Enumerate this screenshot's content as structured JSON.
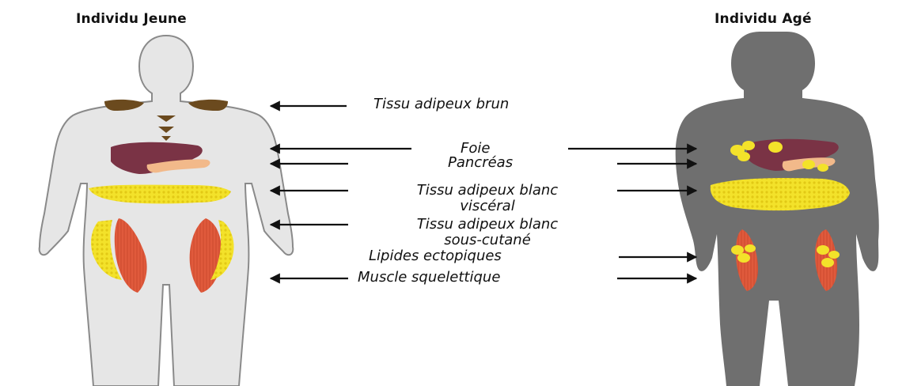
{
  "titles": {
    "young": "Individu Jeune",
    "old": "Individu Agé"
  },
  "labels": {
    "brown_fat": "Tissu adipeux brun",
    "liver": "Foie",
    "pancreas": "Pancréas",
    "visceral_line1": "Tissu adipeux blanc",
    "visceral_line2": "viscéral",
    "subcutaneous_line1": "Tissu adipeux blanc",
    "subcutaneous_line2": "sous-cutané",
    "ectopic_lipids": "Lipides ectopiques",
    "skeletal_muscle": "Muscle squelettique"
  },
  "colors": {
    "young_body": "#e6e6e6",
    "young_outline": "#8a8a8a",
    "old_body": "#6f6f6f",
    "brown_fat": "#6b4a1e",
    "liver": "#7a3345",
    "pancreas": "#f2b98a",
    "white_fat": "#f3e22a",
    "muscle": "#e05a3c",
    "arrow": "#111111"
  },
  "icons": {
    "arrow": "arrow-left-right"
  }
}
